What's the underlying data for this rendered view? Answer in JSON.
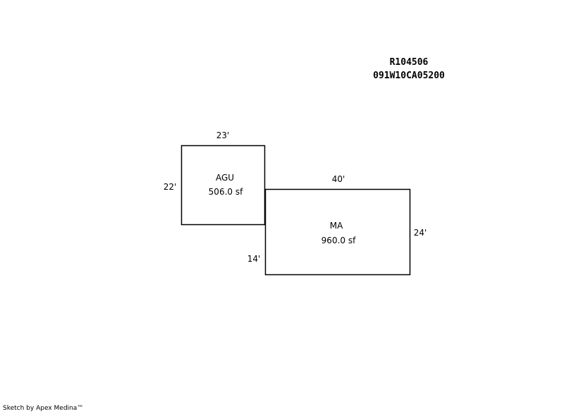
{
  "header": {
    "parcel_id": "R104506",
    "map_number": "091W10CA05200"
  },
  "areas": [
    {
      "name": "AGU",
      "area": "506.0 sf",
      "top_dim": "23'",
      "left_dim": "22'"
    },
    {
      "name": "MA",
      "area": "960.0 sf",
      "top_dim": "40'",
      "right_dim": "24'",
      "left_dim": "14'"
    }
  ],
  "footer": {
    "credit": "Sketch by Apex Medina™"
  }
}
